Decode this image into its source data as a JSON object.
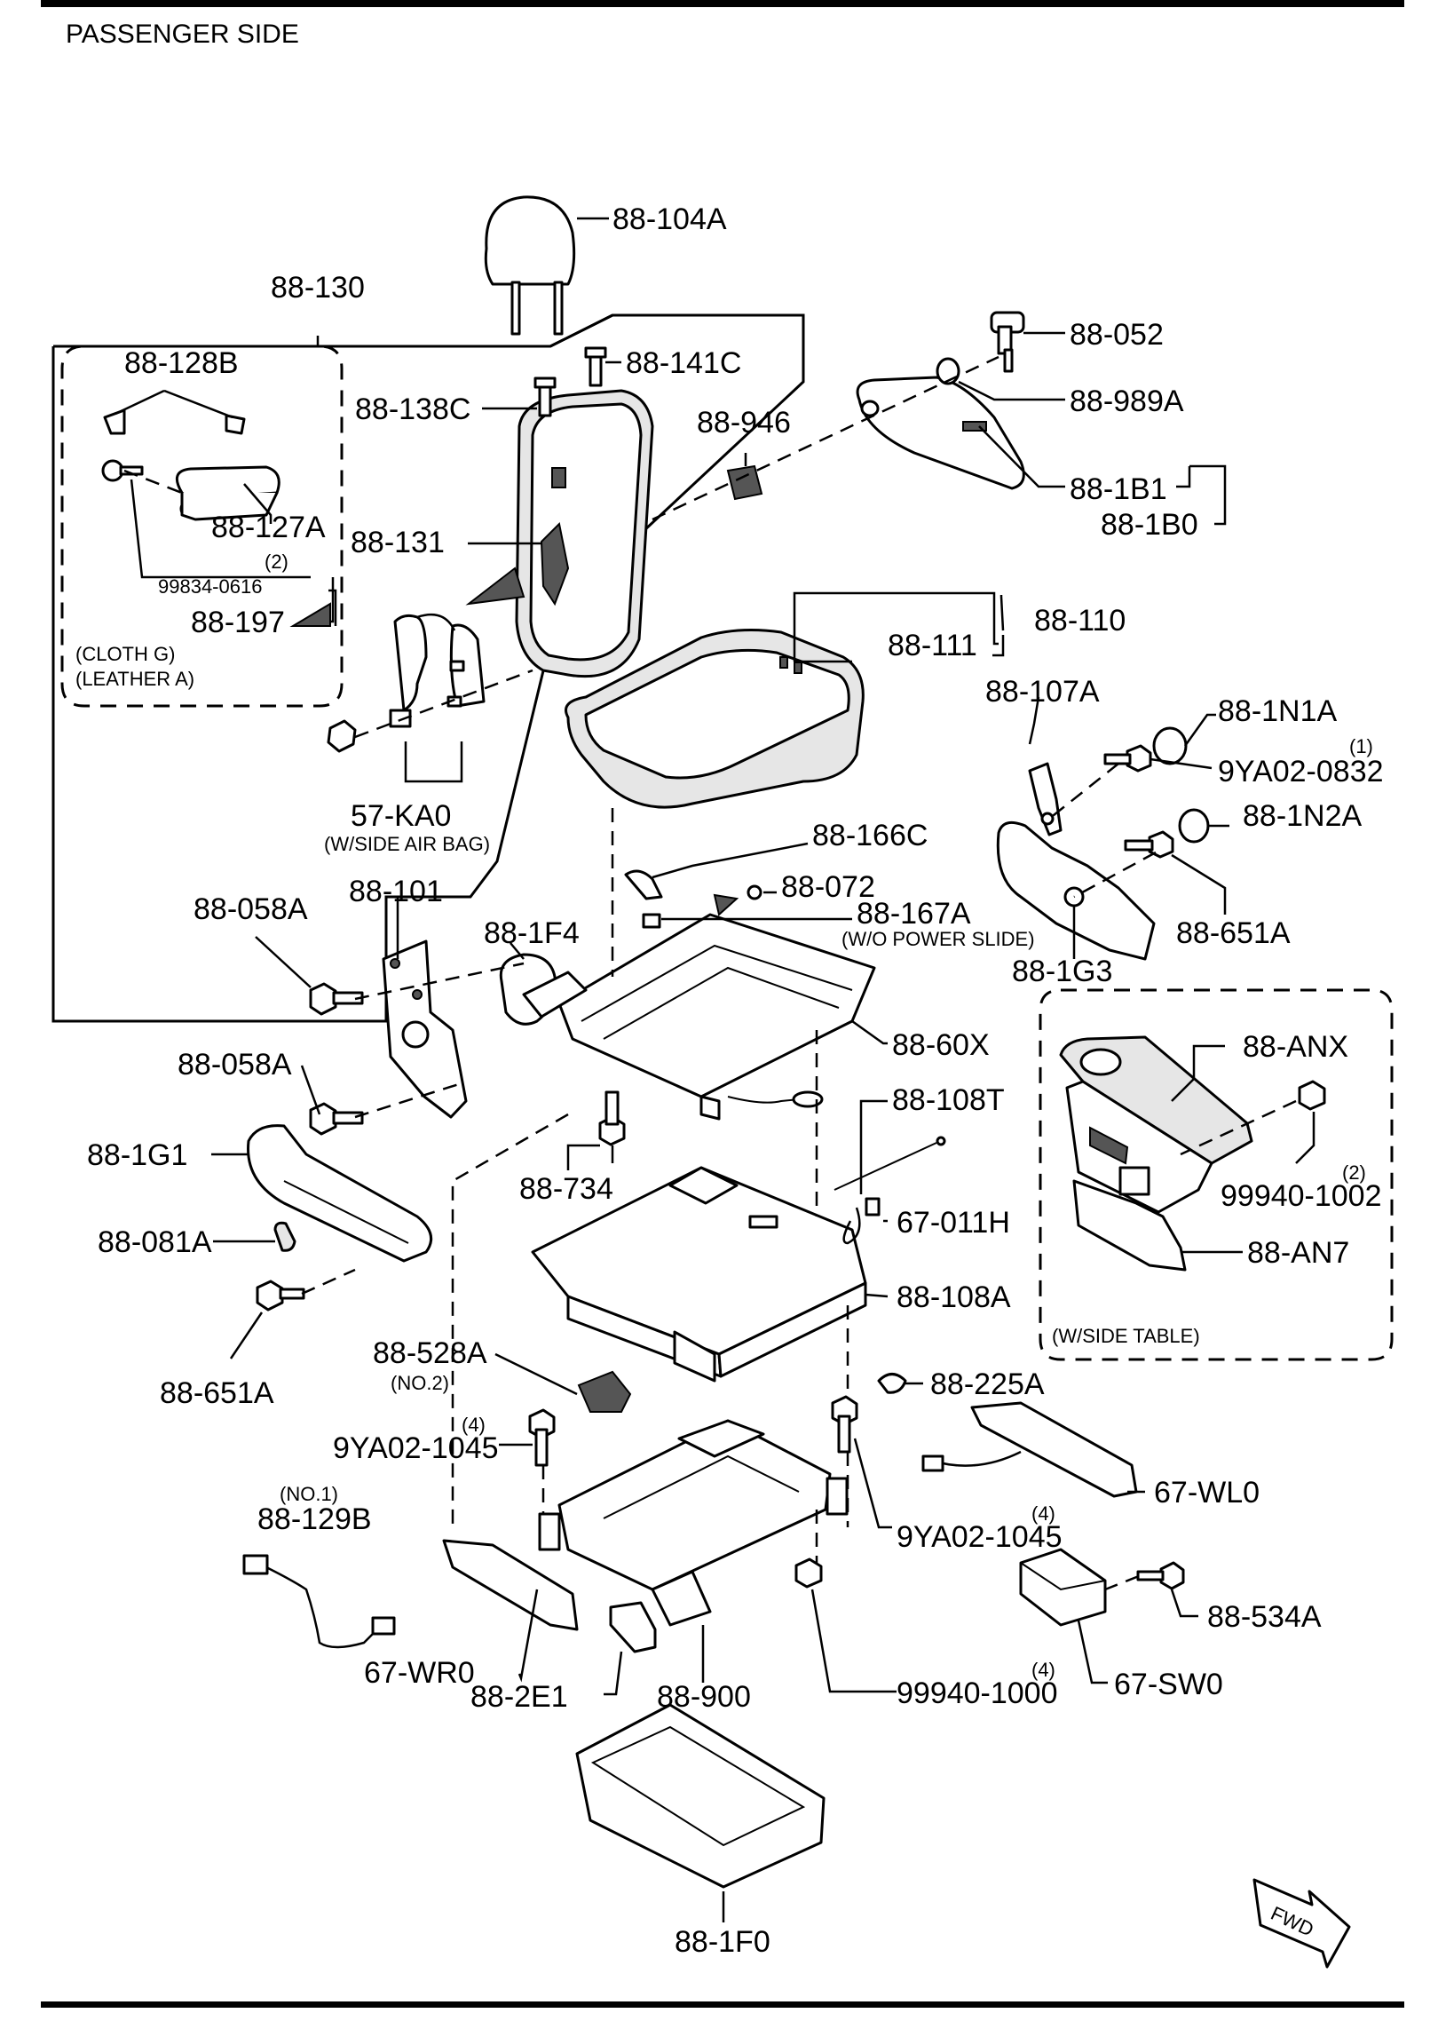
{
  "header": {
    "title": "PASSENGER SIDE"
  },
  "labels": {
    "p_88_104A": "88-104A",
    "p_88_130": "88-130",
    "p_88_128B": "88-128B",
    "p_88_141C": "88-141C",
    "p_88_052": "88-052",
    "p_88_138C": "88-138C",
    "p_88_946": "88-946",
    "p_88_989A": "88-989A",
    "p_88_127A": "88-127A",
    "p_88_131": "88-131",
    "p_88_1B1": "88-1B1",
    "p_88_1B0": "88-1B0",
    "qty_99834": "(2)",
    "p_99834_0616": "99834-0616",
    "p_88_197": "88-197",
    "p_88_110": "88-110",
    "p_88_111": "88-111",
    "note_cloth": "(CLOTH G)",
    "note_leather": "(LEATHER A)",
    "p_88_107A": "88-107A",
    "p_88_1N1A": "88-1N1A",
    "qty_9YA02_0832": "(1)",
    "p_9YA02_0832": "9YA02-0832",
    "p_57_KA0": "57-KA0",
    "note_side_airbag": "(W/SIDE AIR BAG)",
    "p_88_1N2A": "88-1N2A",
    "p_88_166C": "88-166C",
    "p_88_101": "88-101",
    "p_88_072": "88-072",
    "p_88_058A_1": "88-058A",
    "p_88_167A": "88-167A",
    "note_wo_power_slide": "(W/O POWER SLIDE)",
    "p_88_1F4": "88-1F4",
    "p_88_651A_right": "88-651A",
    "p_88_1G3": "88-1G3",
    "p_88_60X": "88-60X",
    "p_88_ANX": "88-ANX",
    "p_88_058A_2": "88-058A",
    "p_88_108T": "88-108T",
    "p_88_1G1": "88-1G1",
    "p_88_734": "88-734",
    "qty_99940_1002": "(2)",
    "p_99940_1002": "99940-1002",
    "p_67_011H": "67-011H",
    "p_88_081A": "88-081A",
    "p_88_AN7": "88-AN7",
    "p_88_108A": "88-108A",
    "note_side_table": "(W/SIDE TABLE)",
    "p_88_651A_left": "88-651A",
    "p_88_528A": "88-528A",
    "note_no2": "(NO.2)",
    "p_88_225A": "88-225A",
    "qty_9YA02_1045_left": "(4)",
    "p_9YA02_1045_left": "9YA02-1045",
    "note_no1": "(NO.1)",
    "p_88_129B": "88-129B",
    "p_67_WL0": "67-WL0",
    "qty_9YA02_1045_right": "(4)",
    "p_9YA02_1045_right": "9YA02-1045",
    "p_88_534A": "88-534A",
    "p_67_WR0": "67-WR0",
    "p_88_2E1": "88-2E1",
    "p_88_900": "88-900",
    "qty_99940_1000": "(4)",
    "p_99940_1000": "99940-1000",
    "p_67_SW0": "67-SW0",
    "p_88_1F0": "88-1F0",
    "fwd": "FWD"
  }
}
